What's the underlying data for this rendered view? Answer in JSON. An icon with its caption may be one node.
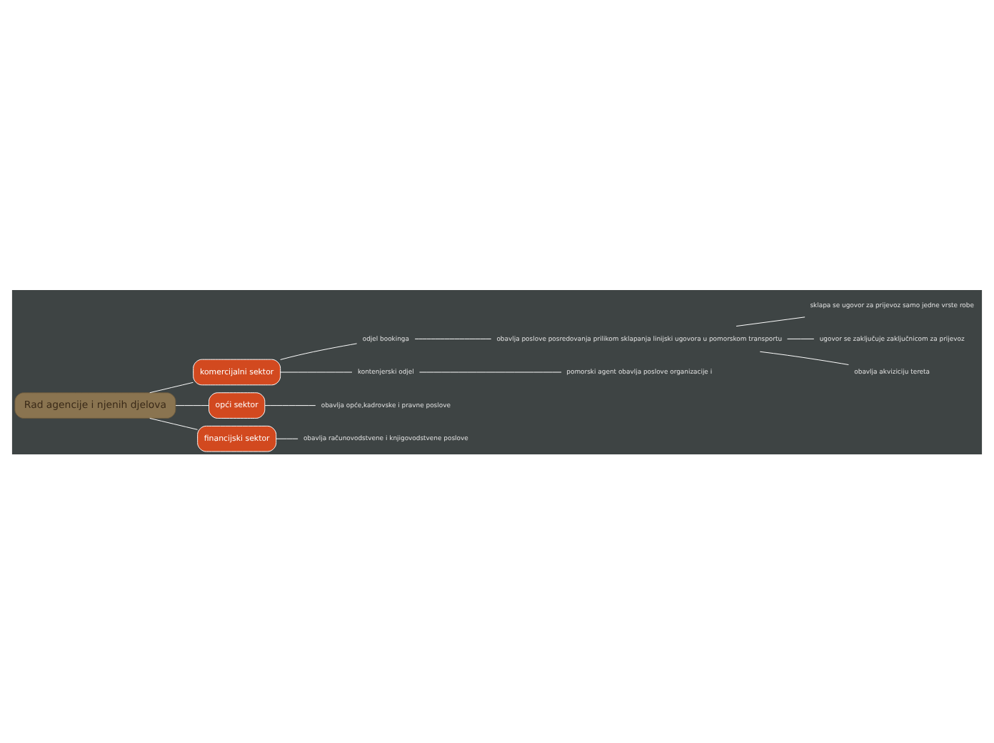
{
  "diagram": {
    "nodes": [
      {
        "text": [
          "Rad agencije i njenih djelova"
        ]
      },
      {
        "text": [
          "komercijalni sektor"
        ]
      },
      {
        "text": [
          "opći sektor"
        ]
      },
      {
        "text": [
          "financijski sektor"
        ]
      },
      {
        "text": [
          "odjel bookinga"
        ]
      },
      {
        "text": [
          "obavlja poslove posredovanja prilikom sklapanja linijski ugovora u pomorskom transportu"
        ]
      },
      {
        "text": [
          "sklapa se ugovor za prijevoz samo jedne vrste robe"
        ]
      },
      {
        "text": [
          "ugovor se zaključuje zaključnicom za prijevoz"
        ]
      },
      {
        "text": [
          "obavlja akviziciju tereta"
        ]
      },
      {
        "text": [
          "kontenjerski odjel"
        ]
      },
      {
        "text": [
          "pomorski agent obavlja poslove organizacije i"
        ]
      },
      {
        "text": [
          "obavlja opće,kadrovske i pravne poslove"
        ]
      },
      {
        "text": [
          "obavlja računovodstvene i knjigovodstvene poslove"
        ]
      }
    ],
    "edges": [
      {
        "from": 0,
        "to": 1,
        "arrow": "none"
      },
      {
        "from": 0,
        "to": 2,
        "arrow": "none"
      },
      {
        "from": 0,
        "to": 3,
        "arrow": "none"
      },
      {
        "from": 1,
        "to": 4,
        "arrow": "none"
      },
      {
        "from": 4,
        "to": 5,
        "arrow": "none"
      },
      {
        "from": 5,
        "to": 6,
        "arrow": "none"
      },
      {
        "from": 5,
        "to": 7,
        "arrow": "none"
      },
      {
        "from": 5,
        "to": 8,
        "arrow": "none"
      },
      {
        "from": 1,
        "to": 9,
        "arrow": "none"
      },
      {
        "from": 9,
        "to": 10,
        "arrow": "none"
      },
      {
        "from": 2,
        "to": 11,
        "arrow": "none"
      },
      {
        "from": 3,
        "to": 12,
        "arrow": "none"
      }
    ]
  }
}
